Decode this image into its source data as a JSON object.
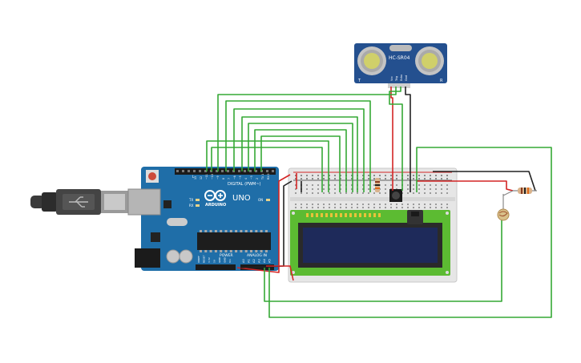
{
  "arduino": {
    "brand": "ARDUINO",
    "model": "UNO",
    "header_digital": "DIGITAL (PWM~)",
    "header_power": "POWER",
    "header_analog": "ANALOG IN",
    "label_tx": "TX",
    "label_rx": "RX",
    "label_on": "ON",
    "label_l": "L",
    "digital_pins": [
      "13",
      "12",
      "~11",
      "~10",
      "~9",
      "8",
      "7",
      "~6",
      "~5",
      "4",
      "~3",
      "2",
      "TX 1",
      "RX 0"
    ],
    "analog_pins": [
      "A0",
      "A1",
      "A2",
      "A3",
      "A4",
      "A5"
    ],
    "power_pins": [
      "IOREF",
      "RESET",
      "3.3V",
      "5V",
      "GND",
      "GND",
      "Vin"
    ]
  },
  "sensor": {
    "model": "HC-SR04",
    "left_mark": "T",
    "right_mark": "R",
    "pins": [
      "Vcc",
      "Trig",
      "Echo",
      "Gnd"
    ]
  },
  "lcd": {
    "text_line_1": "",
    "text_line_2": ""
  },
  "colors": {
    "board": "#1f6ea8",
    "wire_signal": "#35a835",
    "wire_power": "#d42525",
    "wire_ground": "#222222",
    "breadboard": "#e6e6e6",
    "lcd_bezel": "#5cbb32",
    "lcd_screen": "#1e2a5a",
    "sensor_board": "#24508f"
  }
}
